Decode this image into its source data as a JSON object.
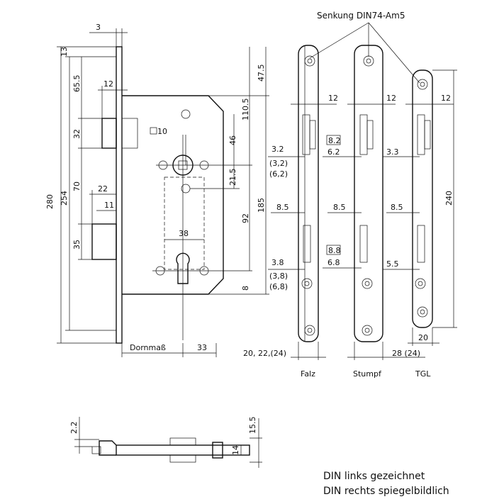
{
  "labels": {
    "countersink": "Senkung DIN74-Am5",
    "square": "10",
    "backset": "Dornmaß",
    "variant_falz": "Falz",
    "variant_stumpf": "Stumpf",
    "variant_tgl": "TGL",
    "note_line1": "DIN links gezeichnet",
    "note_line2": "DIN rechts spiegelbildlich"
  },
  "dims": {
    "d3": "3",
    "d13": "13",
    "d655": "65.5",
    "d12_main": "12",
    "d32": "32",
    "d280": "280",
    "d254": "254",
    "d70": "70",
    "d22": "22",
    "d11": "11",
    "d35": "35",
    "d46": "46",
    "d215": "21.5",
    "d92": "92",
    "d38": "38",
    "d475": "47.5",
    "d1105": "110.5",
    "d185": "185",
    "d8": "8",
    "d33": "33",
    "falz_12": "12",
    "falz_32": "3.2",
    "falz_32p": "(3,2)",
    "falz_62p": "(6,2)",
    "falz_85": "8.5",
    "falz_38": "3.8",
    "falz_38p": "(3,8)",
    "falz_68p": "(6,8)",
    "falz_width": "20, 22,(24)",
    "stumpf_12": "12",
    "stumpf_82": "8.2",
    "stumpf_62": "6.2",
    "stumpf_85": "8.5",
    "stumpf_88": "8.8",
    "stumpf_68": "6.8",
    "stumpf_width": "28 (24)",
    "tgl_12": "12",
    "tgl_33": "3.3",
    "tgl_85": "8.5",
    "tgl_55": "5.5",
    "tgl_240": "240",
    "tgl_20": "20",
    "side_22": "2.2",
    "side_155": "15.5",
    "side_14": "14"
  }
}
